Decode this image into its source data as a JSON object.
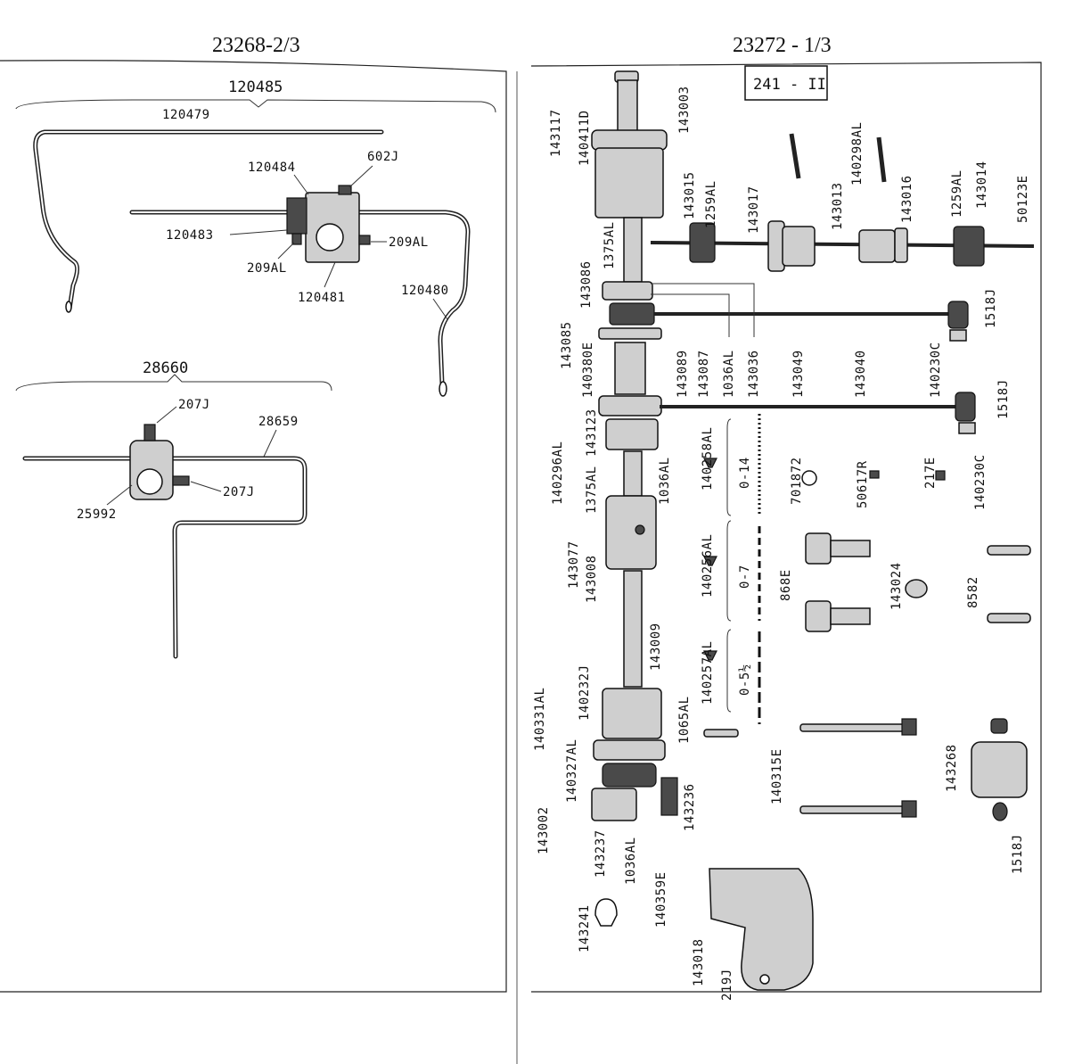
{
  "left_page": {
    "page_number": "23268-2/3",
    "group1": {
      "assembly": "120485",
      "parts": {
        "p120479": "120479",
        "p120484": "120484",
        "p602J": "602J",
        "p120483": "120483",
        "p209AL_a": "209AL",
        "p209AL_b": "209AL",
        "p120481": "120481",
        "p120480": "120480"
      }
    },
    "group2": {
      "assembly": "28660",
      "parts": {
        "p207J_a": "207J",
        "p28659": "28659",
        "p207J_b": "207J",
        "p25992": "25992"
      }
    }
  },
  "right_page": {
    "page_number": "23272 - 1/3",
    "plate_number": "241 - II",
    "labels": {
      "l143117": "143117",
      "l140411D": "140411D",
      "l143003": "143003",
      "l140298AL": "140298AL",
      "l143015": "143015",
      "l1259AL_a": "1259AL",
      "l143017": "143017",
      "l143013": "143013",
      "l143016": "143016",
      "l1259AL_b": "1259AL",
      "l143014": "143014",
      "l50123E": "50123E",
      "l1375AL_a": "1375AL",
      "l143086": "143086",
      "l143085": "143085",
      "l140380E": "140380E",
      "l143089": "143089",
      "l143087": "143087",
      "l1036AL_a": "1036AL",
      "l143036": "143036",
      "l143049": "143049",
      "l143040": "143040",
      "l140230C_a": "140230C",
      "l1518J_a": "1518J",
      "l140230C_b": "140230C",
      "l1518J_b": "1518J",
      "l143123": "143123",
      "l140296AL": "140296AL",
      "l1375AL_b": "1375AL",
      "l1036AL_b": "1036AL",
      "l140258AL": "140258AL",
      "l140256AL": "140256AL",
      "l140257AL": "140257AL",
      "r014": "0-14",
      "r07": "0-7",
      "r054": "0-5½",
      "l701872": "701872",
      "l50617R": "50617R",
      "l217E": "217E",
      "l143077": "143077",
      "l143008": "143008",
      "l143009": "143009",
      "l868E": "868E",
      "l143024": "143024",
      "l8582": "8582",
      "l140232J": "140232J",
      "l140331AL": "140331AL",
      "l140327AL": "140327AL",
      "l1065AL": "1065AL",
      "l140315E": "140315E",
      "l143268": "143268",
      "l1518J_c": "1518J",
      "l143002": "143002",
      "l143237": "143237",
      "l1036AL_c": "1036AL",
      "l143236": "143236",
      "l140359E": "140359E",
      "l143241": "143241",
      "l143018": "143018",
      "l219J": "219J"
    }
  }
}
